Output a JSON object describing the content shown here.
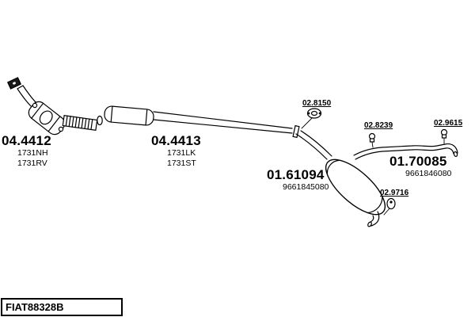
{
  "drawing": {
    "code": "FIAT88328B"
  },
  "parts": {
    "front_pipe": {
      "number": "04.4412",
      "refs": [
        "1731NH",
        "1731RV"
      ]
    },
    "catalyst": {
      "number": "04.4413",
      "refs": [
        "1731LK",
        "1731ST"
      ]
    },
    "rear_muffler": {
      "number": "01.61094",
      "refs": [
        "9661845080"
      ]
    },
    "tail_pipe": {
      "number": "01.70085",
      "refs": [
        "9661846080"
      ]
    },
    "clamp_gasket": {
      "number": "02.8150"
    },
    "hanger_front": {
      "number": "02.8239"
    },
    "hanger_rear": {
      "number": "02.9615"
    },
    "hanger_muffler": {
      "number": "02.9716"
    }
  },
  "colors": {
    "line": "#000000",
    "background": "#ffffff"
  }
}
